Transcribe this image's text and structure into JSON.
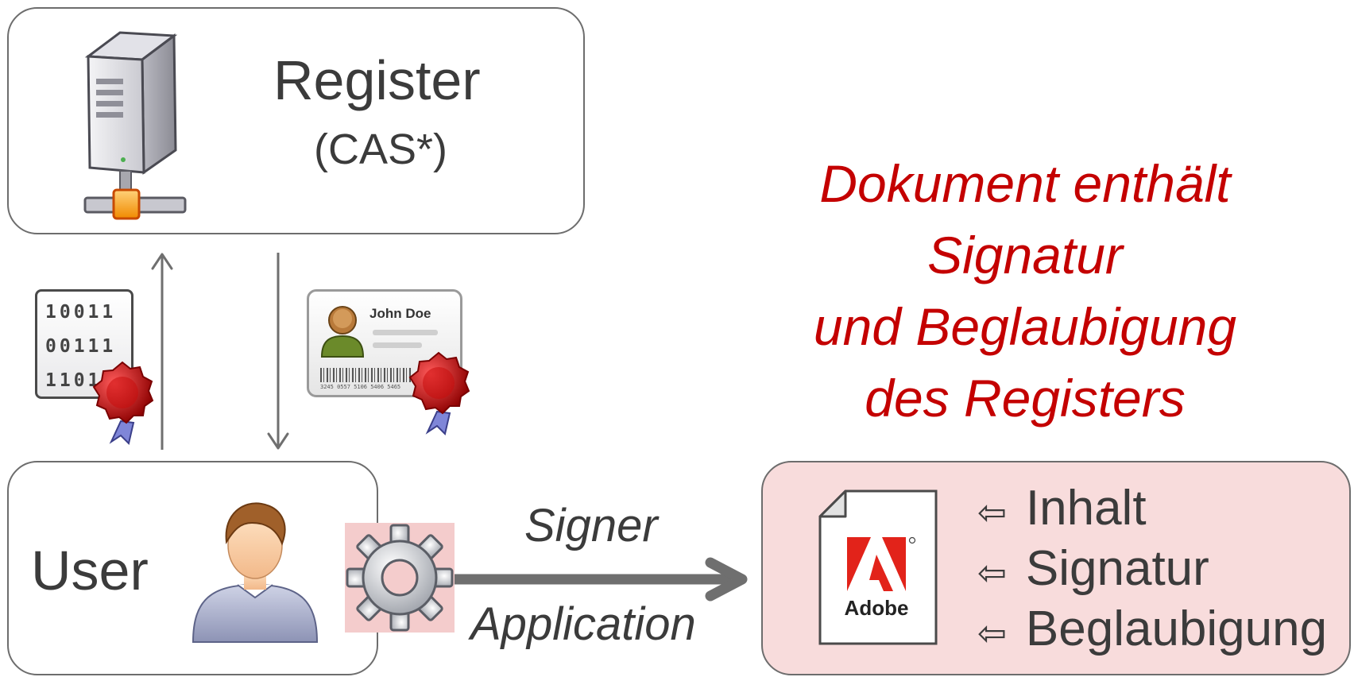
{
  "colors": {
    "border": "#6d6d6d",
    "arrow": "#6f6f6f",
    "text": "#3b3b3b",
    "accent_red": "#c40000",
    "document_box_fill": "#f8dcdc",
    "gear_highlight": "#f4cccc"
  },
  "register": {
    "title": "Register",
    "subtitle": "(CAS*)",
    "icon": "server-icon"
  },
  "binary_doc": {
    "rows": [
      "10011",
      "00111",
      "1101"
    ],
    "icon": "signed-binary-document-icon"
  },
  "id_card": {
    "name": "John Doe",
    "barcode_text": "3245 0557 5106 5406 5465",
    "icon": "signed-id-card-icon"
  },
  "user": {
    "label": "User",
    "icon": "user-avatar-icon"
  },
  "signer_app": {
    "label_top": "Signer",
    "label_bottom": "Application",
    "icon": "gear-icon"
  },
  "note": {
    "lines": [
      "Dokument enthält",
      "Signatur",
      "und Beglaubigung",
      "des Registers"
    ]
  },
  "document": {
    "logo_text": "Adobe",
    "icon": "adobe-pdf-document-icon",
    "items": [
      {
        "arrow": "⇦",
        "label": "Inhalt"
      },
      {
        "arrow": "⇦",
        "label": "Signatur"
      },
      {
        "arrow": "⇦",
        "label": "Beglaubigung"
      }
    ]
  }
}
